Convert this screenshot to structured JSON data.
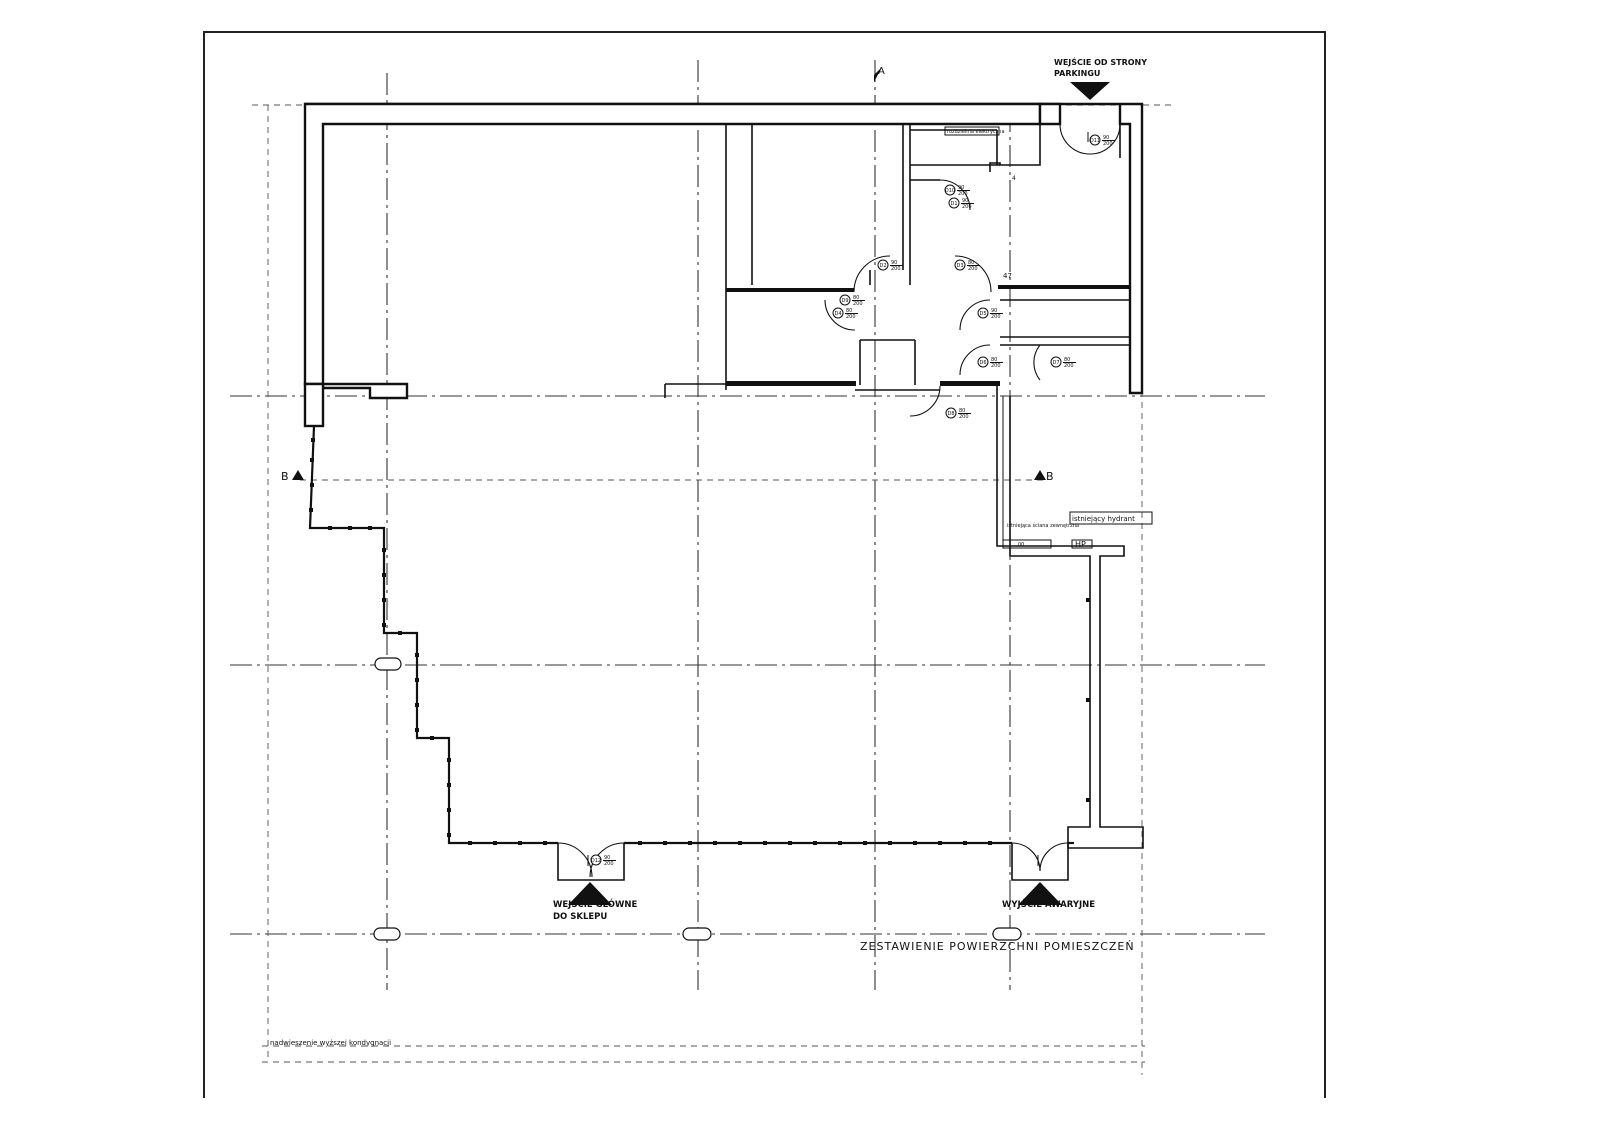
{
  "labels": {
    "entrance_parking": [
      "WEJŚCIE OD STRONY",
      "PARKINGU"
    ],
    "entrance_main": [
      "WEJŚCIE GŁÓWNE",
      "DO SKLEPU"
    ],
    "emergency_exit": "WYJŚCIE AWARYJNE",
    "summary_title": "ZESTAWIENIE POWIERZCHNI POMIESZCZEŃ",
    "overhang_note": "nadwieszenie wyższej kondygnacji",
    "existing_hydrant": "istniejący hydrant",
    "hydrant_code": "HP",
    "section_a": "A",
    "section_b_left": "B",
    "section_b_right": "B",
    "electrical_room": "rozdzielnia elektryczna",
    "exterior_wall_note": "istniejąca ściana zewnętrzna",
    "dim_4": "4",
    "dim_47": "47",
    "cabinet_code": "00"
  },
  "doors": [
    {
      "tag": "D1",
      "code": "90",
      "height": "200"
    },
    {
      "tag": "D2",
      "code": "90",
      "height": "200"
    },
    {
      "tag": "D3",
      "code": "80",
      "height": "200"
    },
    {
      "tag": "D4",
      "code": "80",
      "height": "200"
    },
    {
      "tag": "D5",
      "code": "90",
      "height": "200"
    },
    {
      "tag": "D6",
      "code": "80",
      "height": "200"
    },
    {
      "tag": "D7",
      "code": "80",
      "height": "200"
    },
    {
      "tag": "D8",
      "code": "80",
      "height": "200"
    },
    {
      "tag": "D9",
      "code": "80",
      "height": "200"
    },
    {
      "tag": "D10",
      "code": "90",
      "height": "200"
    },
    {
      "tag": "D11",
      "code": "90",
      "height": "200"
    },
    {
      "tag": "D12",
      "code": "90",
      "height": "200"
    }
  ],
  "colors": {
    "line": "#111111",
    "background": "#ffffff"
  }
}
